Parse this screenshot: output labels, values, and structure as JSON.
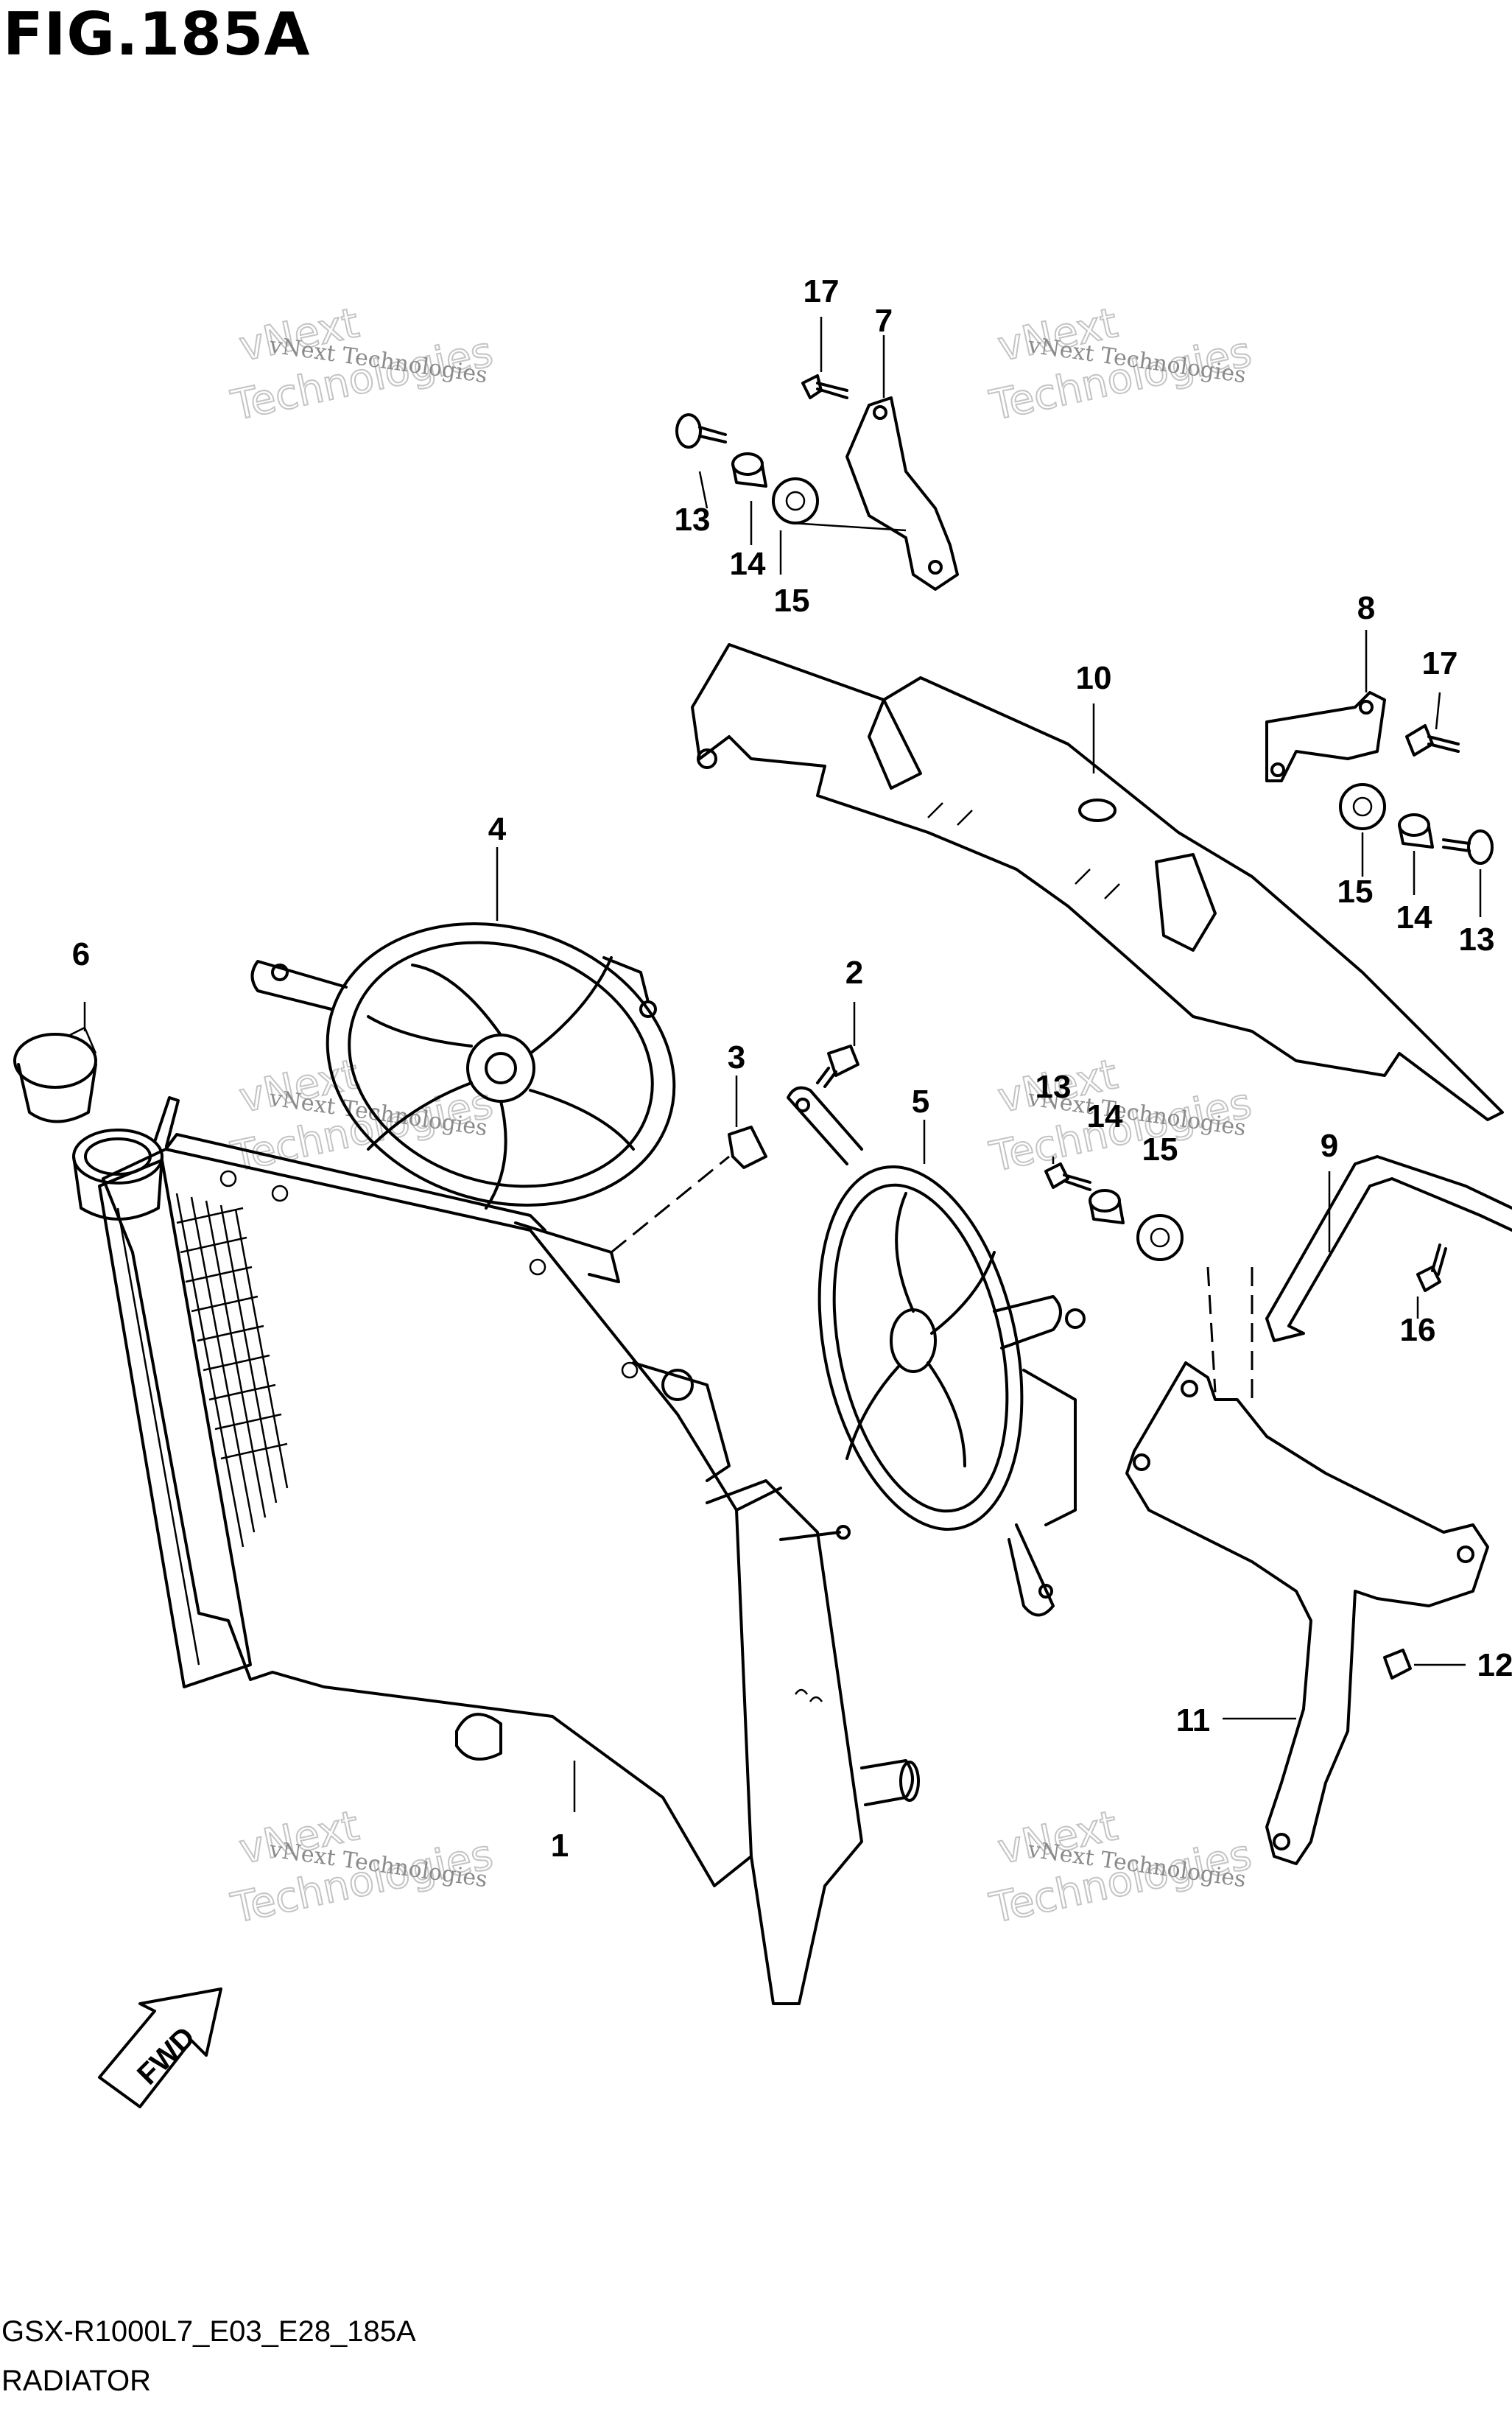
{
  "figure": {
    "title": "FIG.185A",
    "code": "GSX-R1000L7_E03_E28_185A",
    "name": "RADIATOR"
  },
  "watermark": {
    "line1": "vNext Technologies",
    "line2a": "vNext",
    "line2b": "Technologies"
  },
  "fwd_label": "FWD",
  "callouts": [
    "1",
    "2",
    "3",
    "4",
    "5",
    "6",
    "7",
    "8",
    "9",
    "10",
    "11",
    "12",
    "13",
    "14",
    "15",
    "16",
    "17"
  ],
  "callouts_extra": [
    "13",
    "14",
    "15",
    "13",
    "14",
    "15",
    "17"
  ]
}
